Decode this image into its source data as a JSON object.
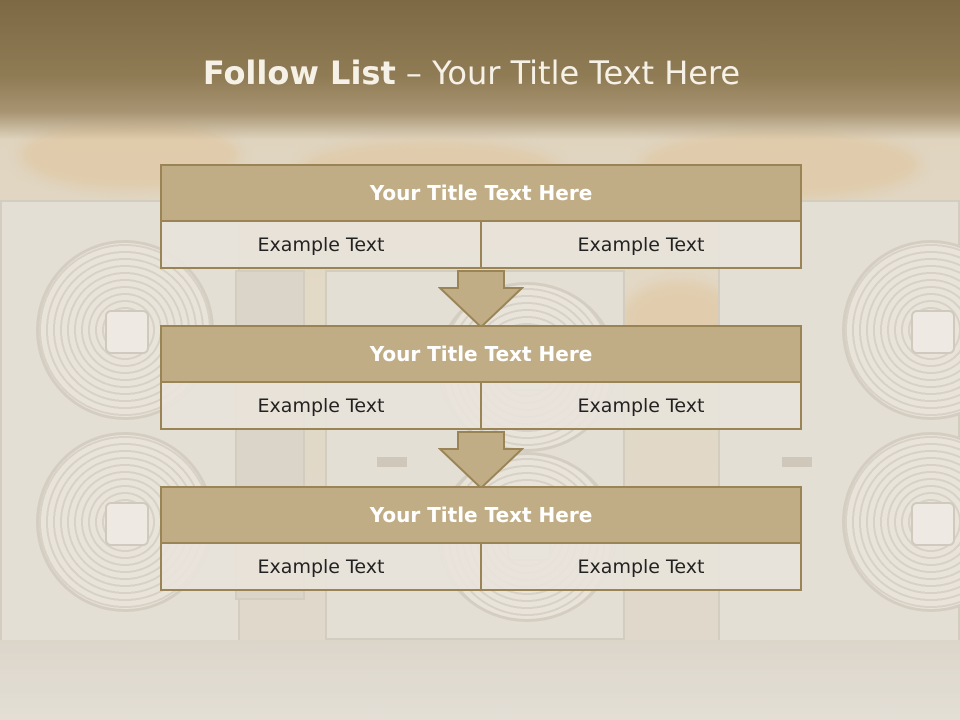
{
  "slide": {
    "title_bold": "Follow List",
    "title_rest": " – Your Title Text Here"
  },
  "blocks": [
    {
      "title": "Your Title Text Here",
      "cells": [
        "Example Text",
        "Example Text"
      ]
    },
    {
      "title": "Your Title Text Here",
      "cells": [
        "Example Text",
        "Example Text"
      ]
    },
    {
      "title": "Your Title Text Here",
      "cells": [
        "Example Text",
        "Example Text"
      ]
    }
  ],
  "colors": {
    "header_band": "#7d6a45",
    "block_title_fill": "#c0ad85",
    "block_border": "#9a8456",
    "cell_fill": "#e8e3da"
  }
}
